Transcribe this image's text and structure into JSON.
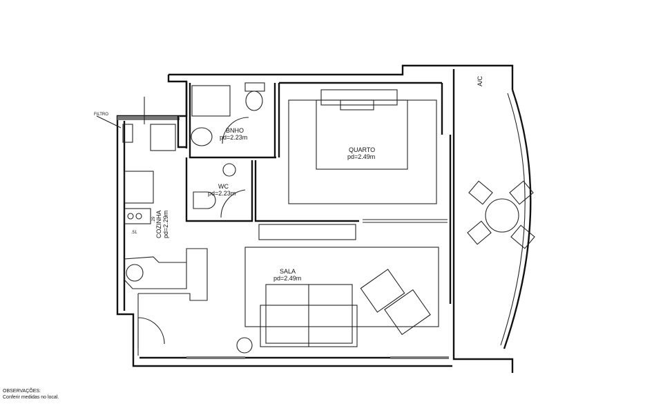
{
  "rooms": {
    "bnho": {
      "name": "BNHO",
      "height": "pd=2.23m"
    },
    "wc": {
      "name": "WC",
      "height": "pd=2.23m"
    },
    "quarto": {
      "name": "QUARTO",
      "height": "pd=2.49m"
    },
    "sala": {
      "name": "SALA",
      "height": "pd=2.49m"
    },
    "cozinha": {
      "name": "COZINHA",
      "height": "pd=2.29m"
    }
  },
  "annotations": {
    "filtro": "FILTRO",
    "dim_29": ".29",
    "dim_51": ".51",
    "ac": "A/C"
  },
  "notes": {
    "title": "OBSERVAÇÕES:",
    "text": "Conferir medidas no local."
  }
}
